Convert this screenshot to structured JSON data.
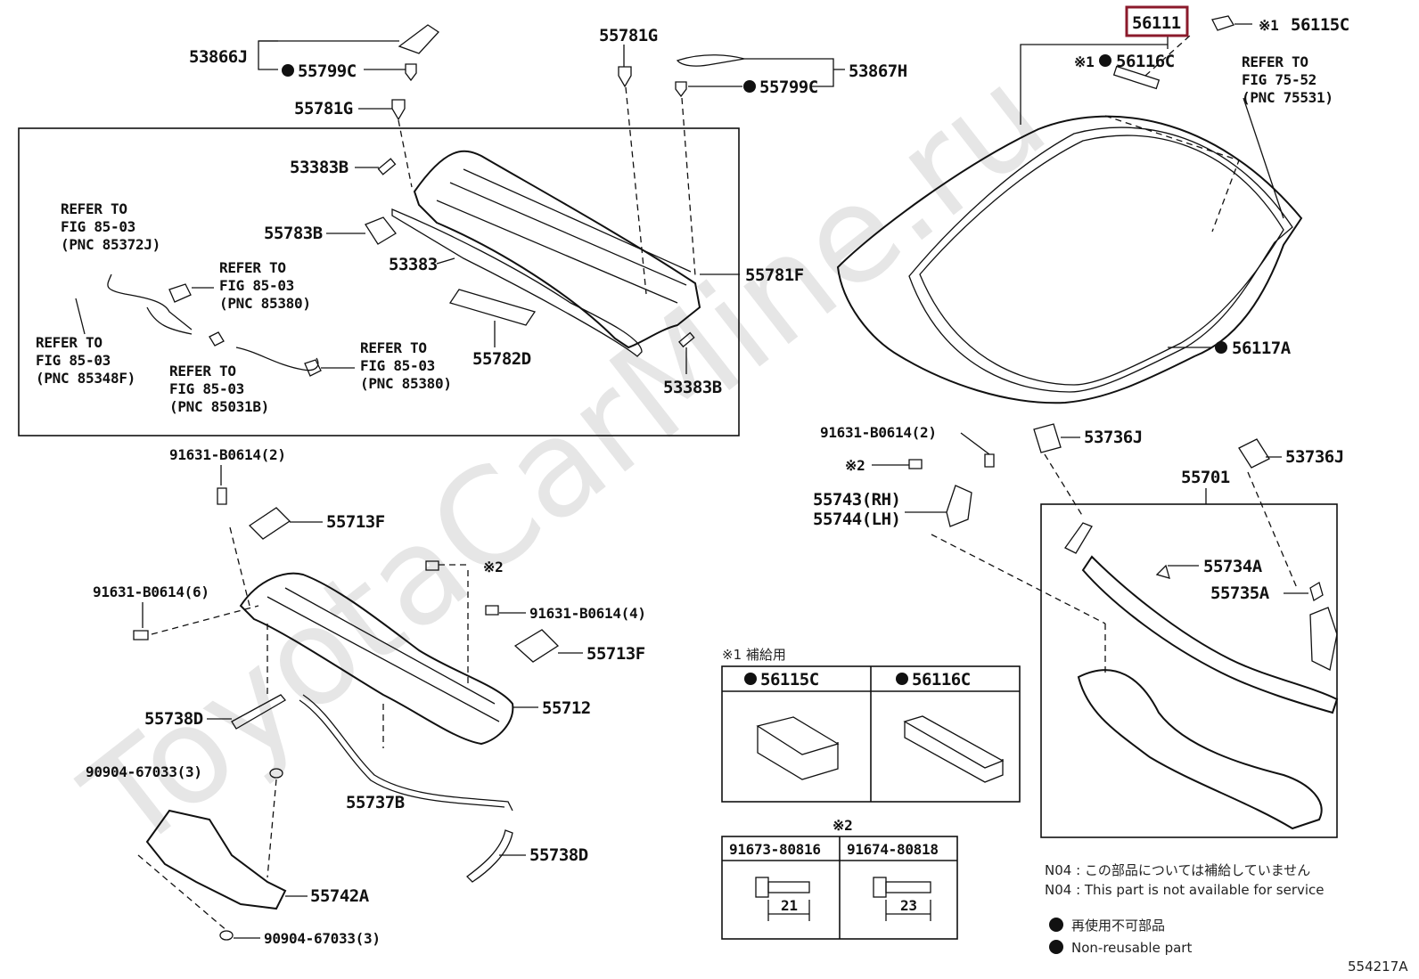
{
  "watermark": "ToyotaCarMine.ru",
  "diagram_id": "554217A",
  "highlight": {
    "part": "56111",
    "color": "#8b1a2b"
  },
  "labels": {
    "p56111": "56111",
    "p56115C_top": "56115C",
    "p56116C_top": "56116C",
    "p56117A": "56117A",
    "p53866J": "53866J",
    "p55799C_left": "55799C",
    "p55781G_left": "55781G",
    "p55781G_top": "55781G",
    "p55799C_right": "55799C",
    "p53867H": "53867H",
    "p53383B_top": "53383B",
    "p55783B": "55783B",
    "p53383": "53383",
    "p55781F": "55781F",
    "p55782D": "55782D",
    "p53383B_bot": "53383B",
    "b91631_2_left": "91631-B0614(2)",
    "p55713F_top": "55713F",
    "b91631_6": "91631-B0614(6)",
    "b91631_4": "91631-B0614(4)",
    "p55713F_bot": "55713F",
    "p55712": "55712",
    "p55738D_left": "55738D",
    "p55737B": "55737B",
    "p55738D_bot": "55738D",
    "g90904_top": "90904-67033(3)",
    "g90904_bot": "90904-67033(3)",
    "p55742A": "55742A",
    "b91631_2_right": "91631-B0614(2)",
    "p55743": "55743(RH)",
    "p55744": "55744(LH)",
    "p53736J_a": "53736J",
    "p53736J_b": "53736J",
    "p55701": "55701",
    "p55734A": "55734A",
    "p55735A": "55735A"
  },
  "marks": {
    "asterisk1": "※1",
    "asterisk2": "※2",
    "dot": "●"
  },
  "refs": {
    "ref_fig75": [
      "REFER TO",
      "FIG 75-52",
      "(PNC 75531)"
    ],
    "ref_85372J": [
      "REFER TO",
      "FIG 85-03",
      "(PNC 85372J)"
    ],
    "ref_85380_a": [
      "REFER TO",
      "FIG 85-03",
      "(PNC 85380)"
    ],
    "ref_85348F": [
      "REFER TO",
      "FIG 85-03",
      "(PNC 85348F)"
    ],
    "ref_85031B": [
      "REFER TO",
      "FIG 85-03",
      "(PNC 85031B)"
    ],
    "ref_85380_b": [
      "REFER TO",
      "FIG 85-03",
      "(PNC 85380)"
    ]
  },
  "supply_table": {
    "caption": "※1 補給用",
    "col1": "56115C",
    "col2": "56116C"
  },
  "bolt_table": {
    "caption": "※2",
    "col1": "91673-80816",
    "col2": "91674-80818",
    "len1": "21",
    "len2": "23"
  },
  "legend": {
    "n04_jp": "N04 : この部品については補給していません",
    "n04_en": "N04 : This part is not available for service",
    "nonreuse_jp": "再使用不可部品",
    "nonreuse_en": "Non-reusable part"
  }
}
